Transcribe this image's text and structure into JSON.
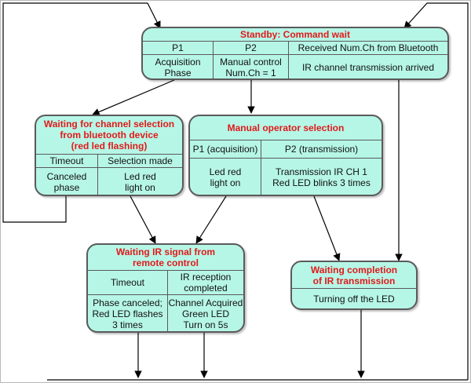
{
  "standby": {
    "title": "Standby: Command wait",
    "headers": [
      "P1",
      "P2",
      "Received Num.Ch from Bluetooth"
    ],
    "bodies": [
      "Acquisition\nPhase",
      "Manual control\nNum.Ch = 1",
      "IR channel transmission arrived"
    ]
  },
  "waiting_channel": {
    "title": "Waiting for channel selection\nfrom bluetooth device\n(red led flashing)",
    "headers": [
      "Timeout",
      "Selection made"
    ],
    "bodies": [
      "Canceled\nphase",
      "Led red\nlight on"
    ]
  },
  "manual_selection": {
    "title": "Manual operator selection",
    "headers": [
      "P1 (acquisition)",
      "P2 (transmission)"
    ],
    "bodies": [
      "Led red\nlight on",
      "Transmission IR CH 1\nRed LED blinks 3 times"
    ]
  },
  "waiting_ir": {
    "title": "Waiting IR signal from\nremote control",
    "headers": [
      "Timeout",
      "IR reception\ncompleted"
    ],
    "bodies": [
      "Phase canceled;\nRed LED flashes\n3 times",
      "Channel Acquired\nGreen LED\nTurn on 5s"
    ]
  },
  "waiting_completion": {
    "title": "Waiting completion\nof IR transmission",
    "body": "Turning off the LED"
  },
  "colors": {
    "box_fill": "#b6f6e6",
    "box_border": "#5a5a5a",
    "title_text": "#e01a1a",
    "arrow": "#000000"
  }
}
